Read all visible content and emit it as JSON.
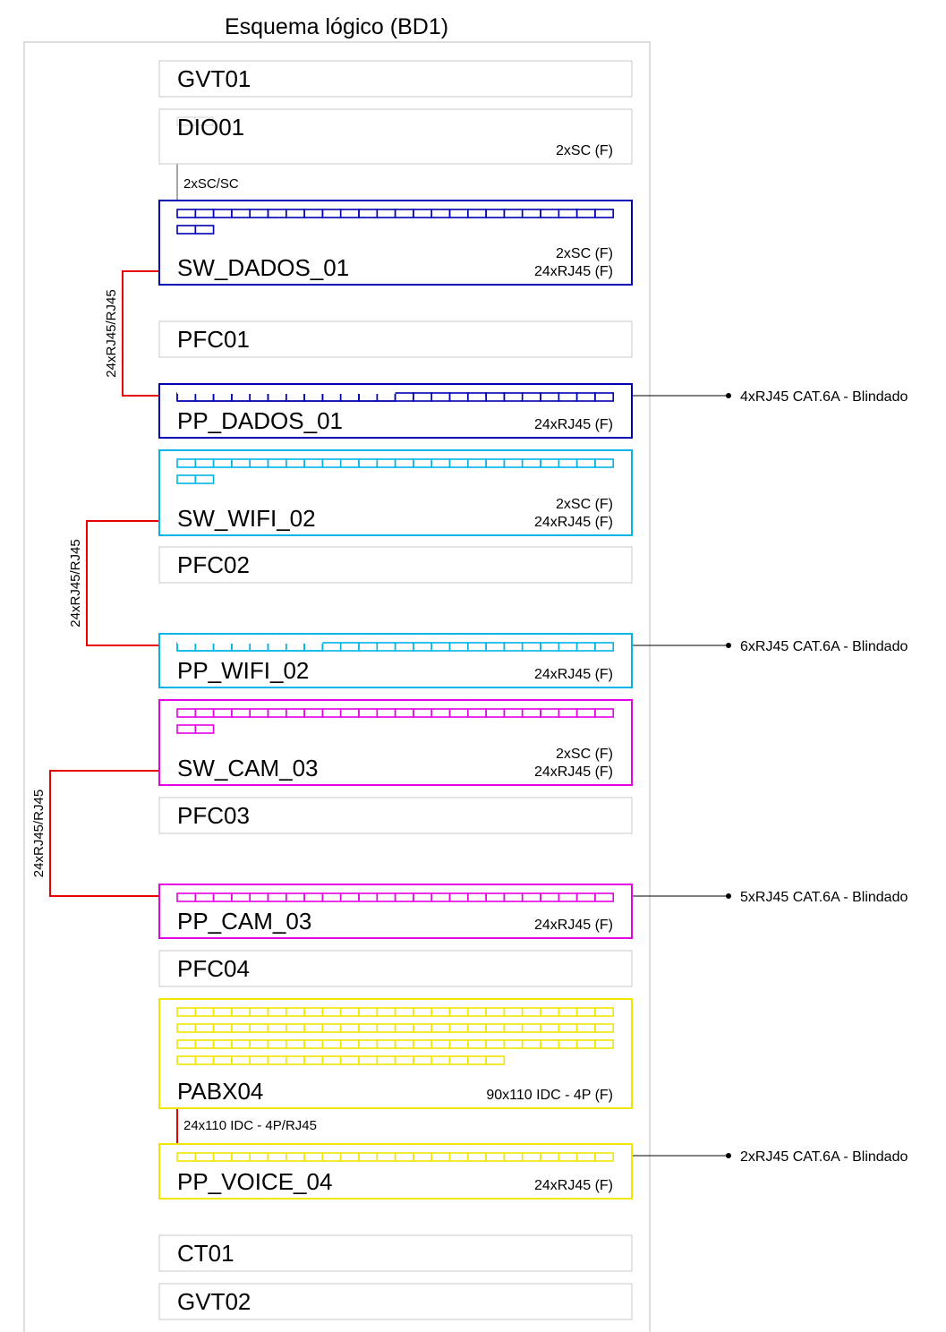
{
  "title": "Esquema lógico (BD1)",
  "colors": {
    "frame": "#bdbdbd",
    "neutral_border": "#c8c8c8",
    "dados": "#0000b4",
    "wifi": "#00b4e6",
    "cam": "#e600e6",
    "voice": "#f0e600",
    "patch_cord": "#e60000",
    "fiber_cord": "#808080",
    "outlet_line": "#000000"
  },
  "racks": [
    {
      "id": "gvt01",
      "name": "GVT01",
      "color": "neutral"
    },
    {
      "id": "dio01",
      "name": "DIO01",
      "color": "neutral",
      "ports": [
        "2xSC (F)"
      ],
      "icon": "fiber-port-icon"
    },
    {
      "id": "sw_dados_01",
      "name": "SW_DADOS_01",
      "color": "dados",
      "ports": [
        "2xSC (F)",
        "24xRJ45 (F)"
      ],
      "port_rows": [
        24,
        2
      ]
    },
    {
      "id": "pfc01",
      "name": "PFC01",
      "color": "neutral"
    },
    {
      "id": "pp_dados_01",
      "name": "PP_DADOS_01",
      "color": "dados",
      "ports": [
        "24xRJ45 (F)"
      ],
      "port_rows": [
        24
      ],
      "used_ports": 12
    },
    {
      "id": "sw_wifi_02",
      "name": "SW_WIFI_02",
      "color": "wifi",
      "ports": [
        "2xSC (F)",
        "24xRJ45 (F)"
      ],
      "port_rows": [
        24,
        2
      ]
    },
    {
      "id": "pfc02",
      "name": "PFC02",
      "color": "neutral"
    },
    {
      "id": "pp_wifi_02",
      "name": "PP_WIFI_02",
      "color": "wifi",
      "ports": [
        "24xRJ45 (F)"
      ],
      "port_rows": [
        24
      ],
      "used_ports": 8
    },
    {
      "id": "sw_cam_03",
      "name": "SW_CAM_03",
      "color": "cam",
      "ports": [
        "2xSC (F)",
        "24xRJ45 (F)"
      ],
      "port_rows": [
        24,
        2
      ]
    },
    {
      "id": "pfc03",
      "name": "PFC03",
      "color": "neutral"
    },
    {
      "id": "pp_cam_03",
      "name": "PP_CAM_03",
      "color": "cam",
      "ports": [
        "24xRJ45 (F)"
      ],
      "port_rows": [
        24
      ]
    },
    {
      "id": "pfc04",
      "name": "PFC04",
      "color": "neutral"
    },
    {
      "id": "pabx04",
      "name": "PABX04",
      "color": "voice",
      "ports": [
        "90x110 IDC - 4P (F)"
      ],
      "port_rows": [
        24,
        24,
        24,
        18
      ]
    },
    {
      "id": "pp_voice_04",
      "name": "PP_VOICE_04",
      "color": "voice",
      "ports": [
        "24xRJ45 (F)"
      ],
      "port_rows": [
        24
      ]
    },
    {
      "id": "ct01",
      "name": "CT01",
      "color": "neutral"
    },
    {
      "id": "gvt02",
      "name": "GVT02",
      "color": "neutral"
    }
  ],
  "connections": [
    {
      "id": "dio-sw",
      "from": "DIO01",
      "to": "SW_DADOS_01",
      "label": "2xSC/SC",
      "type": "fiber"
    },
    {
      "id": "sw-pp-dados",
      "from": "SW_DADOS_01",
      "to": "PP_DADOS_01",
      "label": "24xRJ45/RJ45",
      "type": "patch"
    },
    {
      "id": "sw-pp-wifi",
      "from": "SW_WIFI_02",
      "to": "PP_WIFI_02",
      "label": "24xRJ45/RJ45",
      "type": "patch"
    },
    {
      "id": "sw-pp-cam",
      "from": "SW_CAM_03",
      "to": "PP_CAM_03",
      "label": "24xRJ45/RJ45",
      "type": "patch"
    },
    {
      "id": "pabx-pp-voice",
      "from": "PABX04",
      "to": "PP_VOICE_04",
      "label": "24x110 IDC - 4P/RJ45",
      "type": "patch"
    }
  ],
  "outlets": [
    {
      "from": "PP_DADOS_01",
      "label": "4xRJ45 CAT.6A - Blindado"
    },
    {
      "from": "PP_WIFI_02",
      "label": "6xRJ45 CAT.6A - Blindado"
    },
    {
      "from": "PP_CAM_03",
      "label": "5xRJ45 CAT.6A - Blindado"
    },
    {
      "from": "PP_VOICE_04",
      "label": "2xRJ45 CAT.6A - Blindado"
    }
  ]
}
